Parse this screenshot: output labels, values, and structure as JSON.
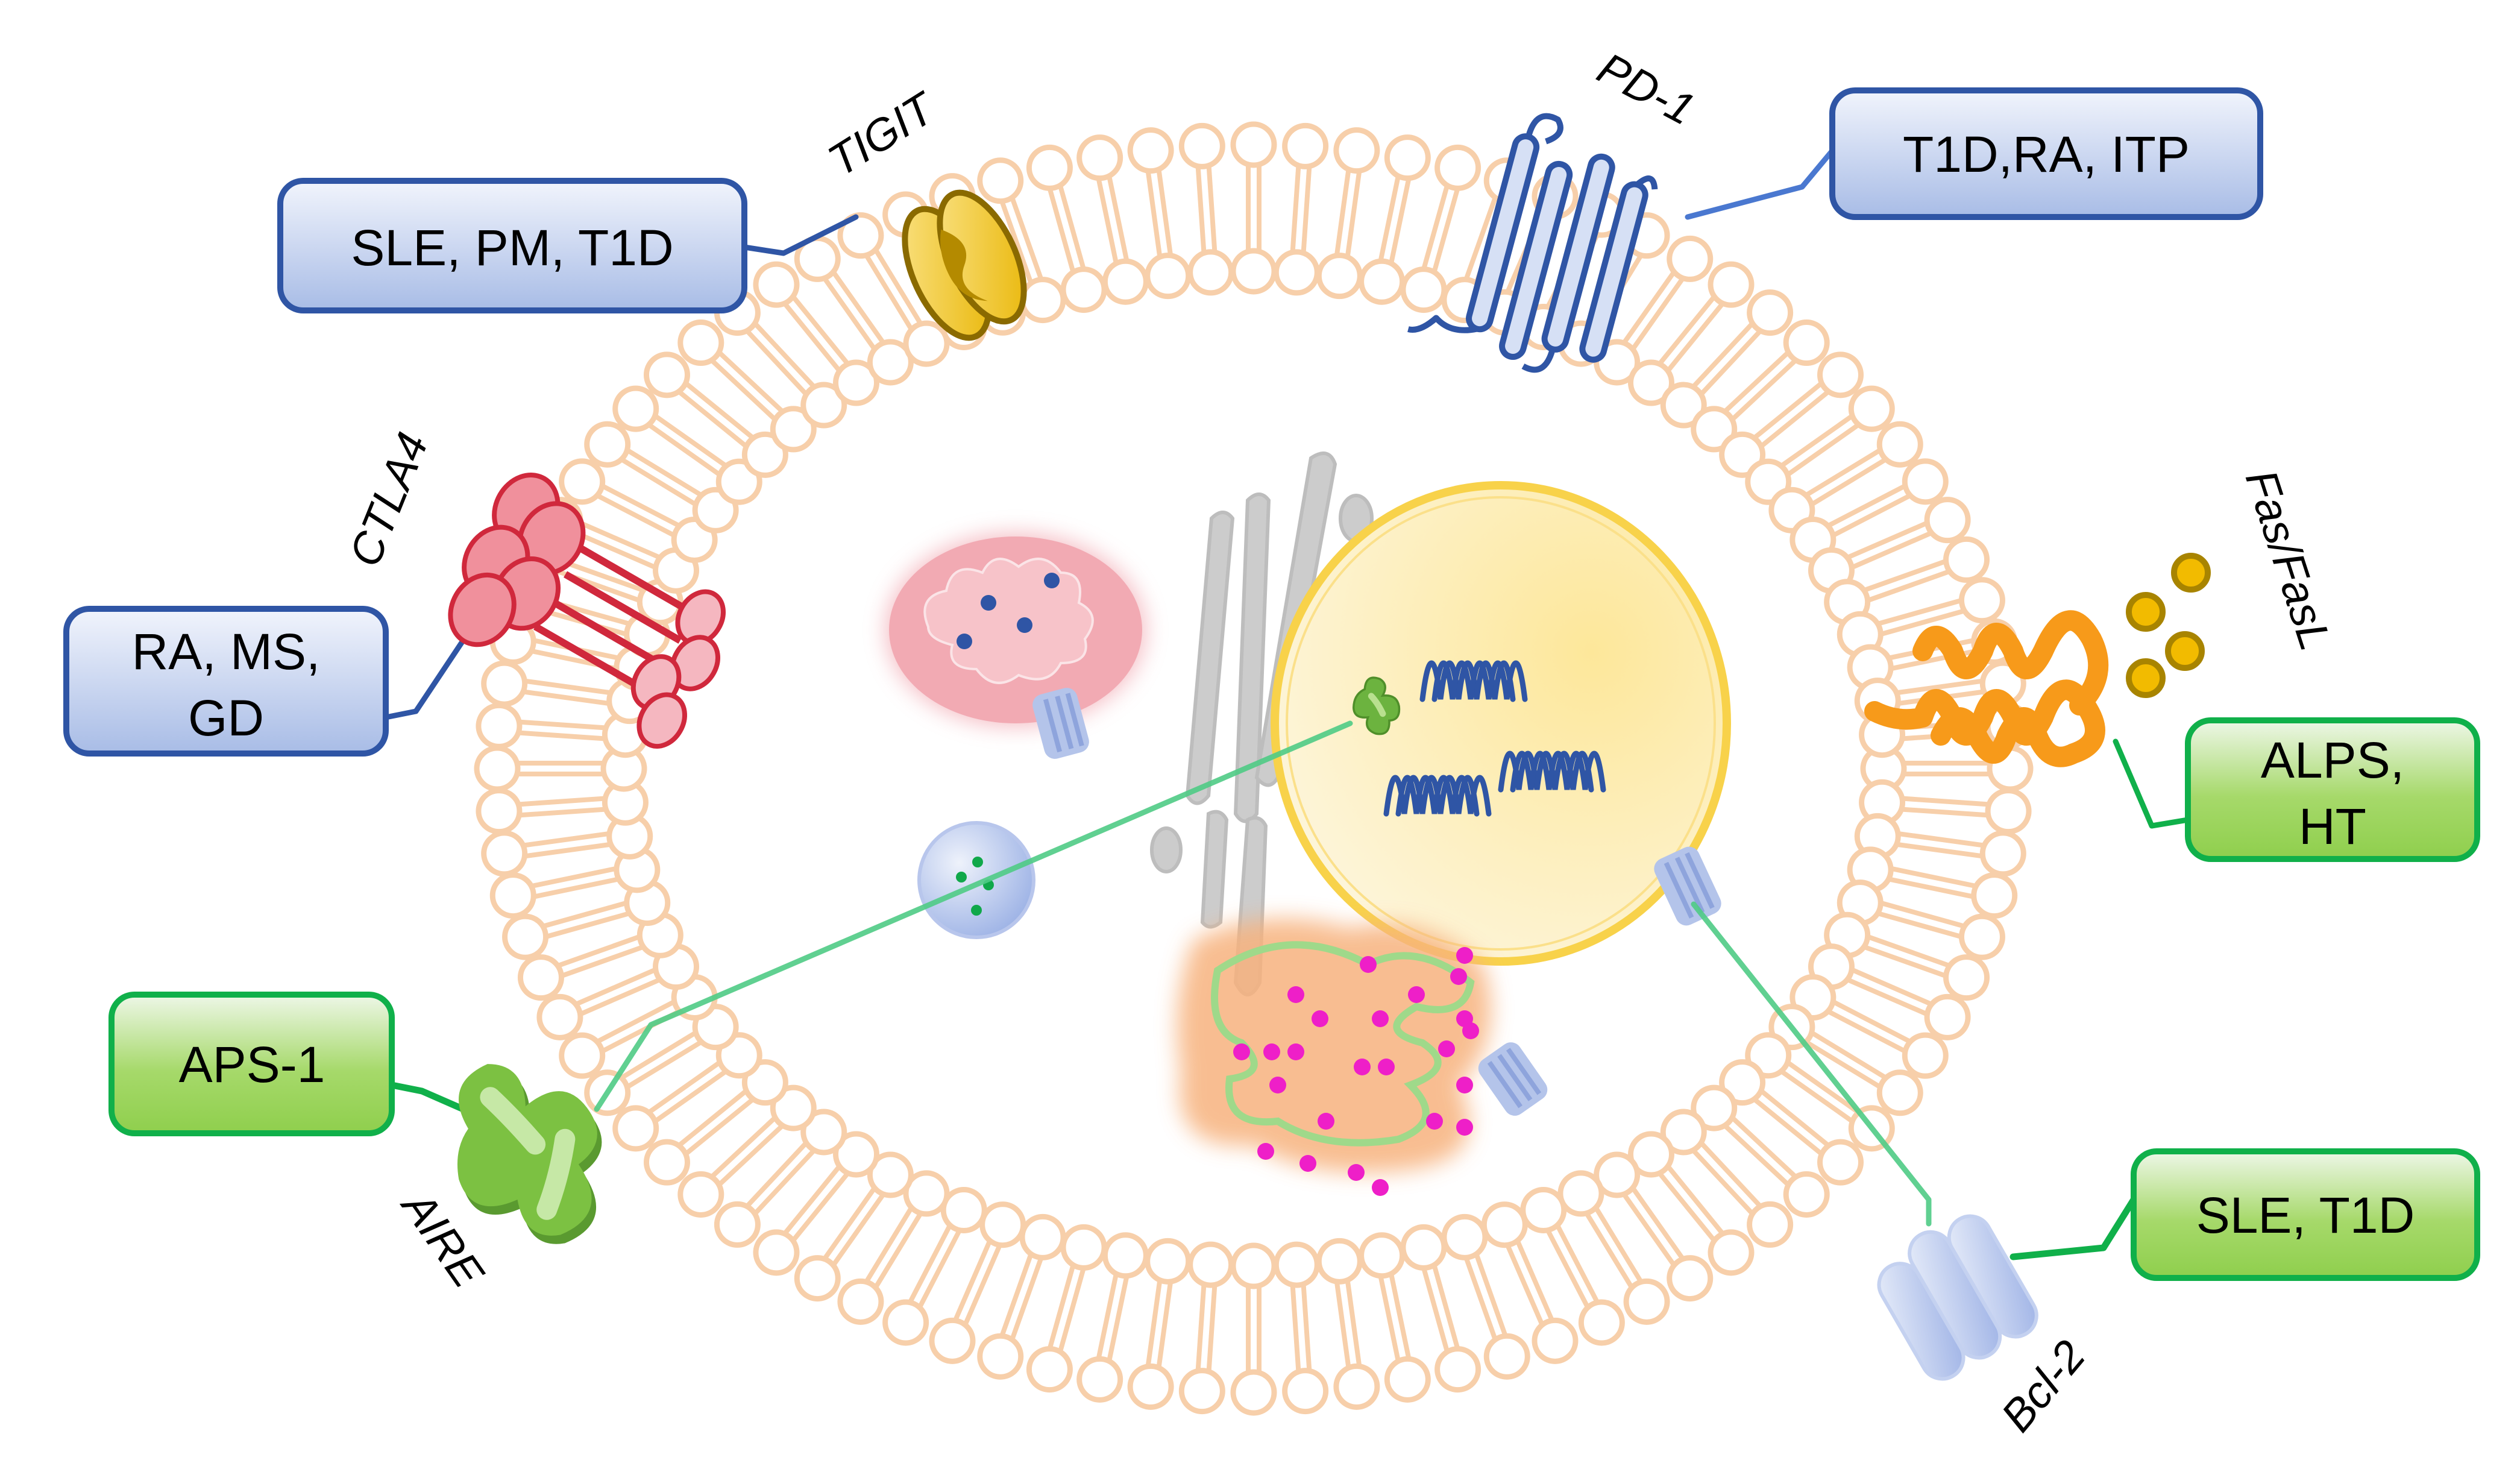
{
  "title": "Cell membrane immune checkpoint and tolerance molecules associated with autoimmune diseases",
  "colors": {
    "membrane": "#f7cfaa",
    "blue_box_border": "#2f55a5",
    "blue_box_fill_top": "#eef2fb",
    "blue_box_fill_bottom": "#a9bde6",
    "green_box_border": "#10b04a",
    "green_box_fill_top": "#eaf5e0",
    "green_box_fill_bottom": "#92d050",
    "tigit": "#e6b800",
    "pd1": "#2f55a5",
    "ctla4": "#d0283c",
    "fas": "#f79a1a",
    "aire": "#6cb33f",
    "bcl2": "#b4c4ea",
    "nucleus": "#fde9a6",
    "mitochondrion": "#f2a7b0",
    "er": "#f6b485",
    "golgi": "#c8c8c8"
  },
  "proteins": [
    {
      "id": "tigit",
      "label": "TIGIT",
      "disease_box": "SLE, PM, T1D",
      "box_style": "blue"
    },
    {
      "id": "pd1",
      "label": "PD-1",
      "disease_box": "T1D,RA, ITP",
      "box_style": "blue"
    },
    {
      "id": "ctla4",
      "label": "CTLA4",
      "disease_box_lines": [
        "RA, MS,",
        "GD"
      ],
      "box_style": "blue"
    },
    {
      "id": "fas",
      "label": "Fas/FasL",
      "disease_box_lines": [
        "ALPS,",
        "HT"
      ],
      "box_style": "green"
    },
    {
      "id": "aire",
      "label": "AIRE",
      "disease_box": "APS-1",
      "box_style": "green"
    },
    {
      "id": "bcl2",
      "label": "Bcl-2",
      "disease_box": "SLE, T1D",
      "box_style": "green"
    }
  ],
  "organelles": [
    "mitochondrion",
    "golgi-apparatus",
    "nucleus",
    "endoplasmic-reticulum",
    "vesicle"
  ]
}
